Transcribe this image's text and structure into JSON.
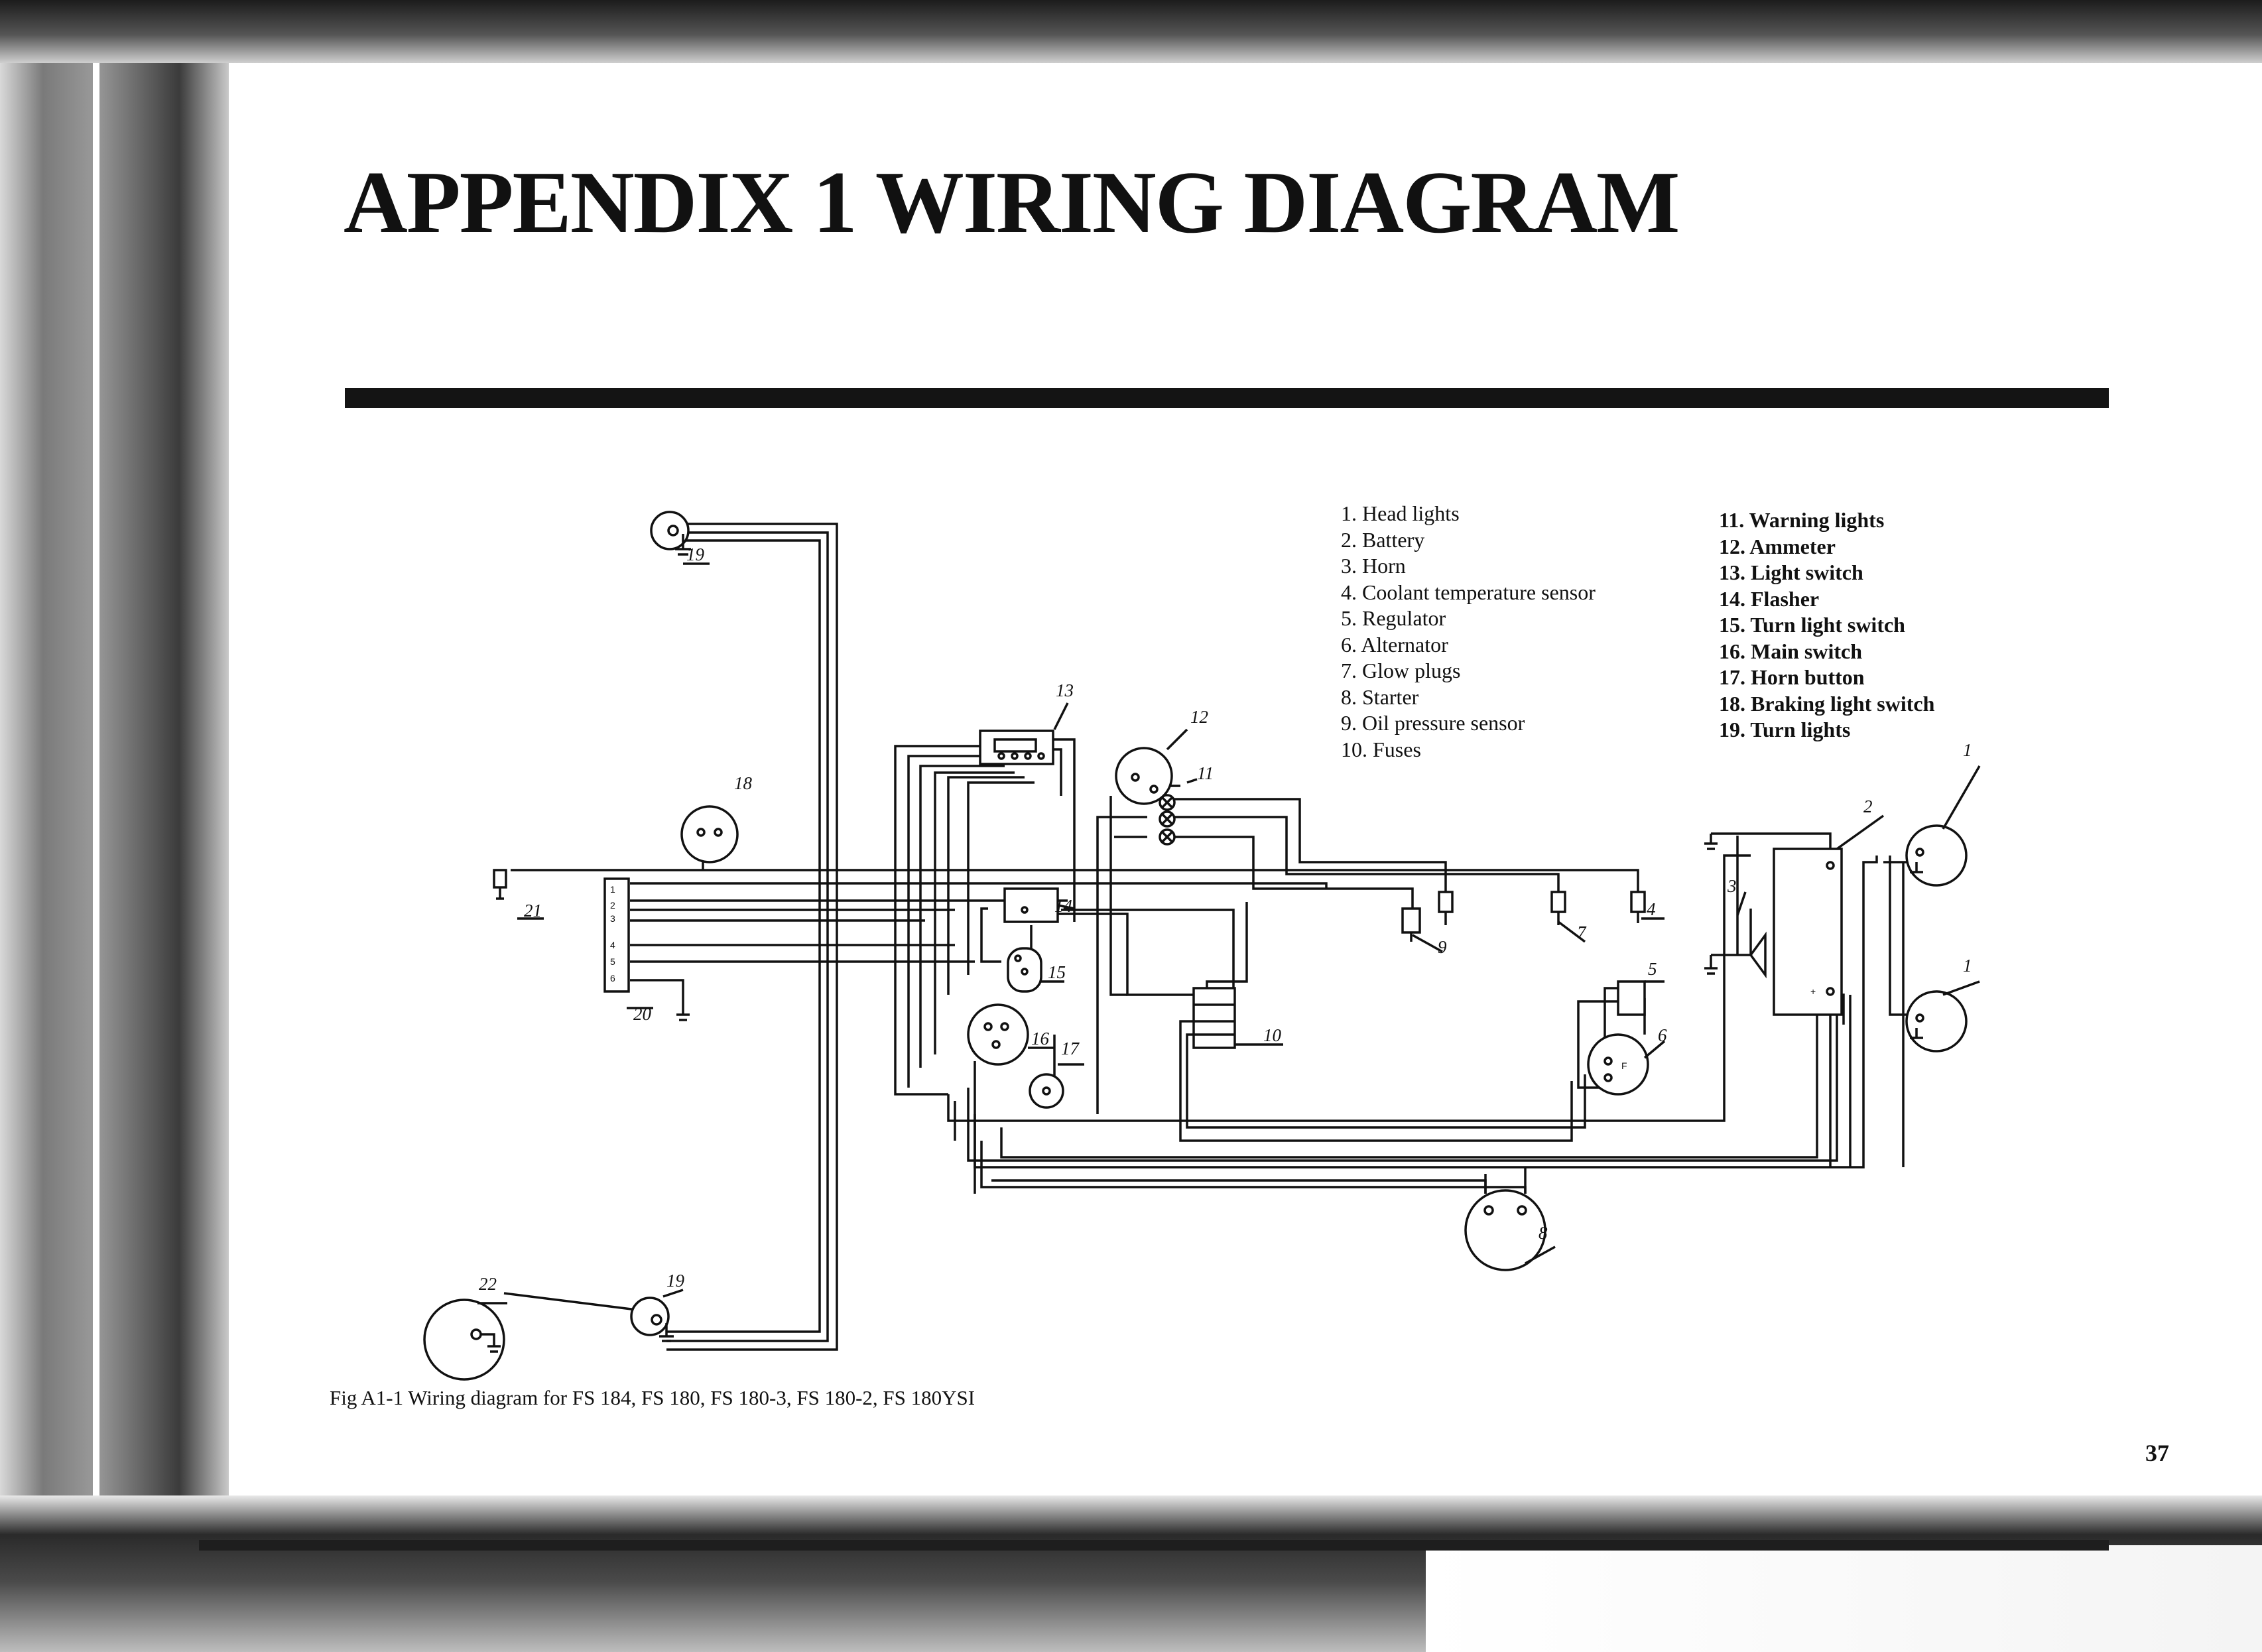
{
  "title": "APPENDIX 1 WIRING DIAGRAM",
  "legend_left": [
    "1. Head lights",
    "2. Battery",
    "3. Horn",
    "4. Coolant temperature sensor",
    "5. Regulator",
    "6. Alternator",
    "7. Glow plugs",
    "8. Starter",
    "9. Oil pressure sensor",
    "10. Fuses"
  ],
  "legend_right": [
    "11. Warning lights",
    "12. Ammeter",
    "13. Light switch",
    "14. Flasher",
    "15. Turn light switch",
    "16. Main switch",
    "17. Horn button",
    "18. Braking light switch",
    "19. Turn lights"
  ],
  "component_labels": {
    "c1a": "1",
    "c1b": "1",
    "c2": "2",
    "c3": "3",
    "c4": "4",
    "c5": "5",
    "c6": "6",
    "c7": "7",
    "c8": "8",
    "c9": "9",
    "c10": "10",
    "c11": "11",
    "c12": "12",
    "c13": "13",
    "c14": "14",
    "c15": "15",
    "c16": "16",
    "c17": "17",
    "c18": "18",
    "c19a": "19",
    "c19b": "19",
    "c20": "20",
    "c21": "21",
    "c22": "22"
  },
  "terminal_labels": {
    "t1": "1",
    "t2": "2",
    "t3": "3",
    "t4": "4",
    "t5": "5",
    "t6": "6",
    "battery_plus": "+"
  },
  "caption": "Fig A1-1 Wiring diagram for FS 184, FS 180, FS 180-3, FS 180-2, FS 180YSI",
  "page_number": "37",
  "colors": {
    "ink": "#111111",
    "paper": "#ffffff",
    "scan_shadow": "#2a2a2a"
  }
}
